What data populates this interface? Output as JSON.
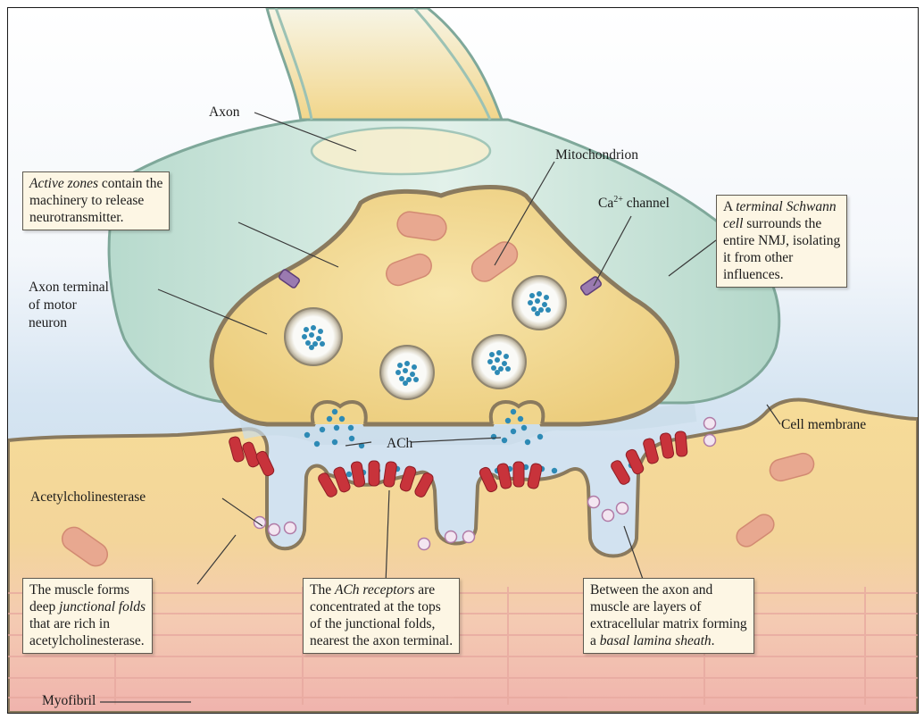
{
  "labels": {
    "axon": "Axon",
    "mitochondrion": "Mitochondrion",
    "ca_channel_prefix": "Ca",
    "ca_channel_sup": "2+",
    "ca_channel_suffix": " channel",
    "axon_terminal": [
      "Axon terminal",
      "of motor",
      "neuron"
    ],
    "ach": "ACh",
    "cell_membrane": "Cell membrane",
    "acetylcholinesterase": "Acetylcholinesterase",
    "myofibril": "Myofibril"
  },
  "callouts": {
    "active_zones": {
      "line1_italic": "Active zones",
      "line1_rest": " contain the",
      "line2": "machinery to release",
      "line3": "neurotransmitter."
    },
    "schwann": {
      "line1_plain": "A ",
      "line1_italic": "terminal Schwann",
      "line2_italic": "cell",
      "line2_rest": " surrounds the",
      "line3": "entire NMJ, isolating",
      "line4": "it from other",
      "line5": "influences."
    },
    "junctional_folds": {
      "line1": "The muscle forms",
      "line2_plain": "deep ",
      "line2_italic": "junctional folds",
      "line3": "that are rich in",
      "line4": "acetylcholinesterase."
    },
    "ach_receptors": {
      "line1_plain": "The ",
      "line1_italic": "ACh receptors",
      "line1_rest": " are",
      "line2": "concentrated at the tops",
      "line3": "of the junctional folds,",
      "line4": "nearest the axon terminal."
    },
    "basal_lamina": {
      "line1": "Between the axon and",
      "line2": "muscle are layers of",
      "line3": "extracellular matrix forming",
      "line4_plain": "a ",
      "line4_italic": "basal lamina sheath",
      "line4_end": "."
    }
  },
  "colors": {
    "schwann_sheath": "#cfe6dc",
    "axon_terminal": "#f0d58c",
    "muscle": "#f3cf86",
    "membrane": "#8a7a5e",
    "vesicle_dots": "#2d8ab5",
    "receptor": "#c8333b",
    "mitochondrion": "#e8a890",
    "cleft": "#cfe0ee",
    "myofibril": "#f2bdb2"
  }
}
